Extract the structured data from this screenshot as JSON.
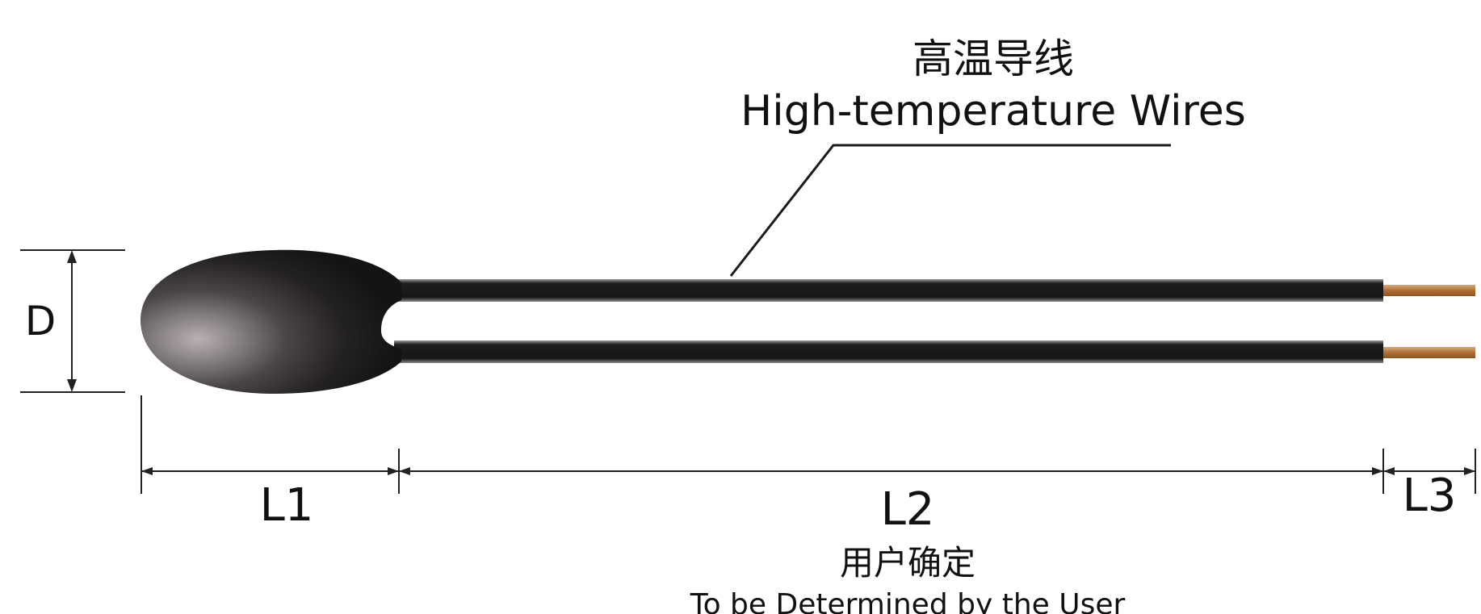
{
  "callout": {
    "title_cn": "高温导线",
    "title_en": "High-temperature Wires"
  },
  "dimensions": {
    "d_label": "D",
    "l1_label": "L1",
    "l2_label": "L2",
    "l3_label": "L3"
  },
  "note": {
    "text_cn": "用户确定",
    "text_en": "To be Determined  by the User"
  },
  "colors": {
    "wire_insulation": "#1c1c1c",
    "conductor": "#b8763a",
    "bead": "#2a2a2a",
    "line": "#222222"
  }
}
